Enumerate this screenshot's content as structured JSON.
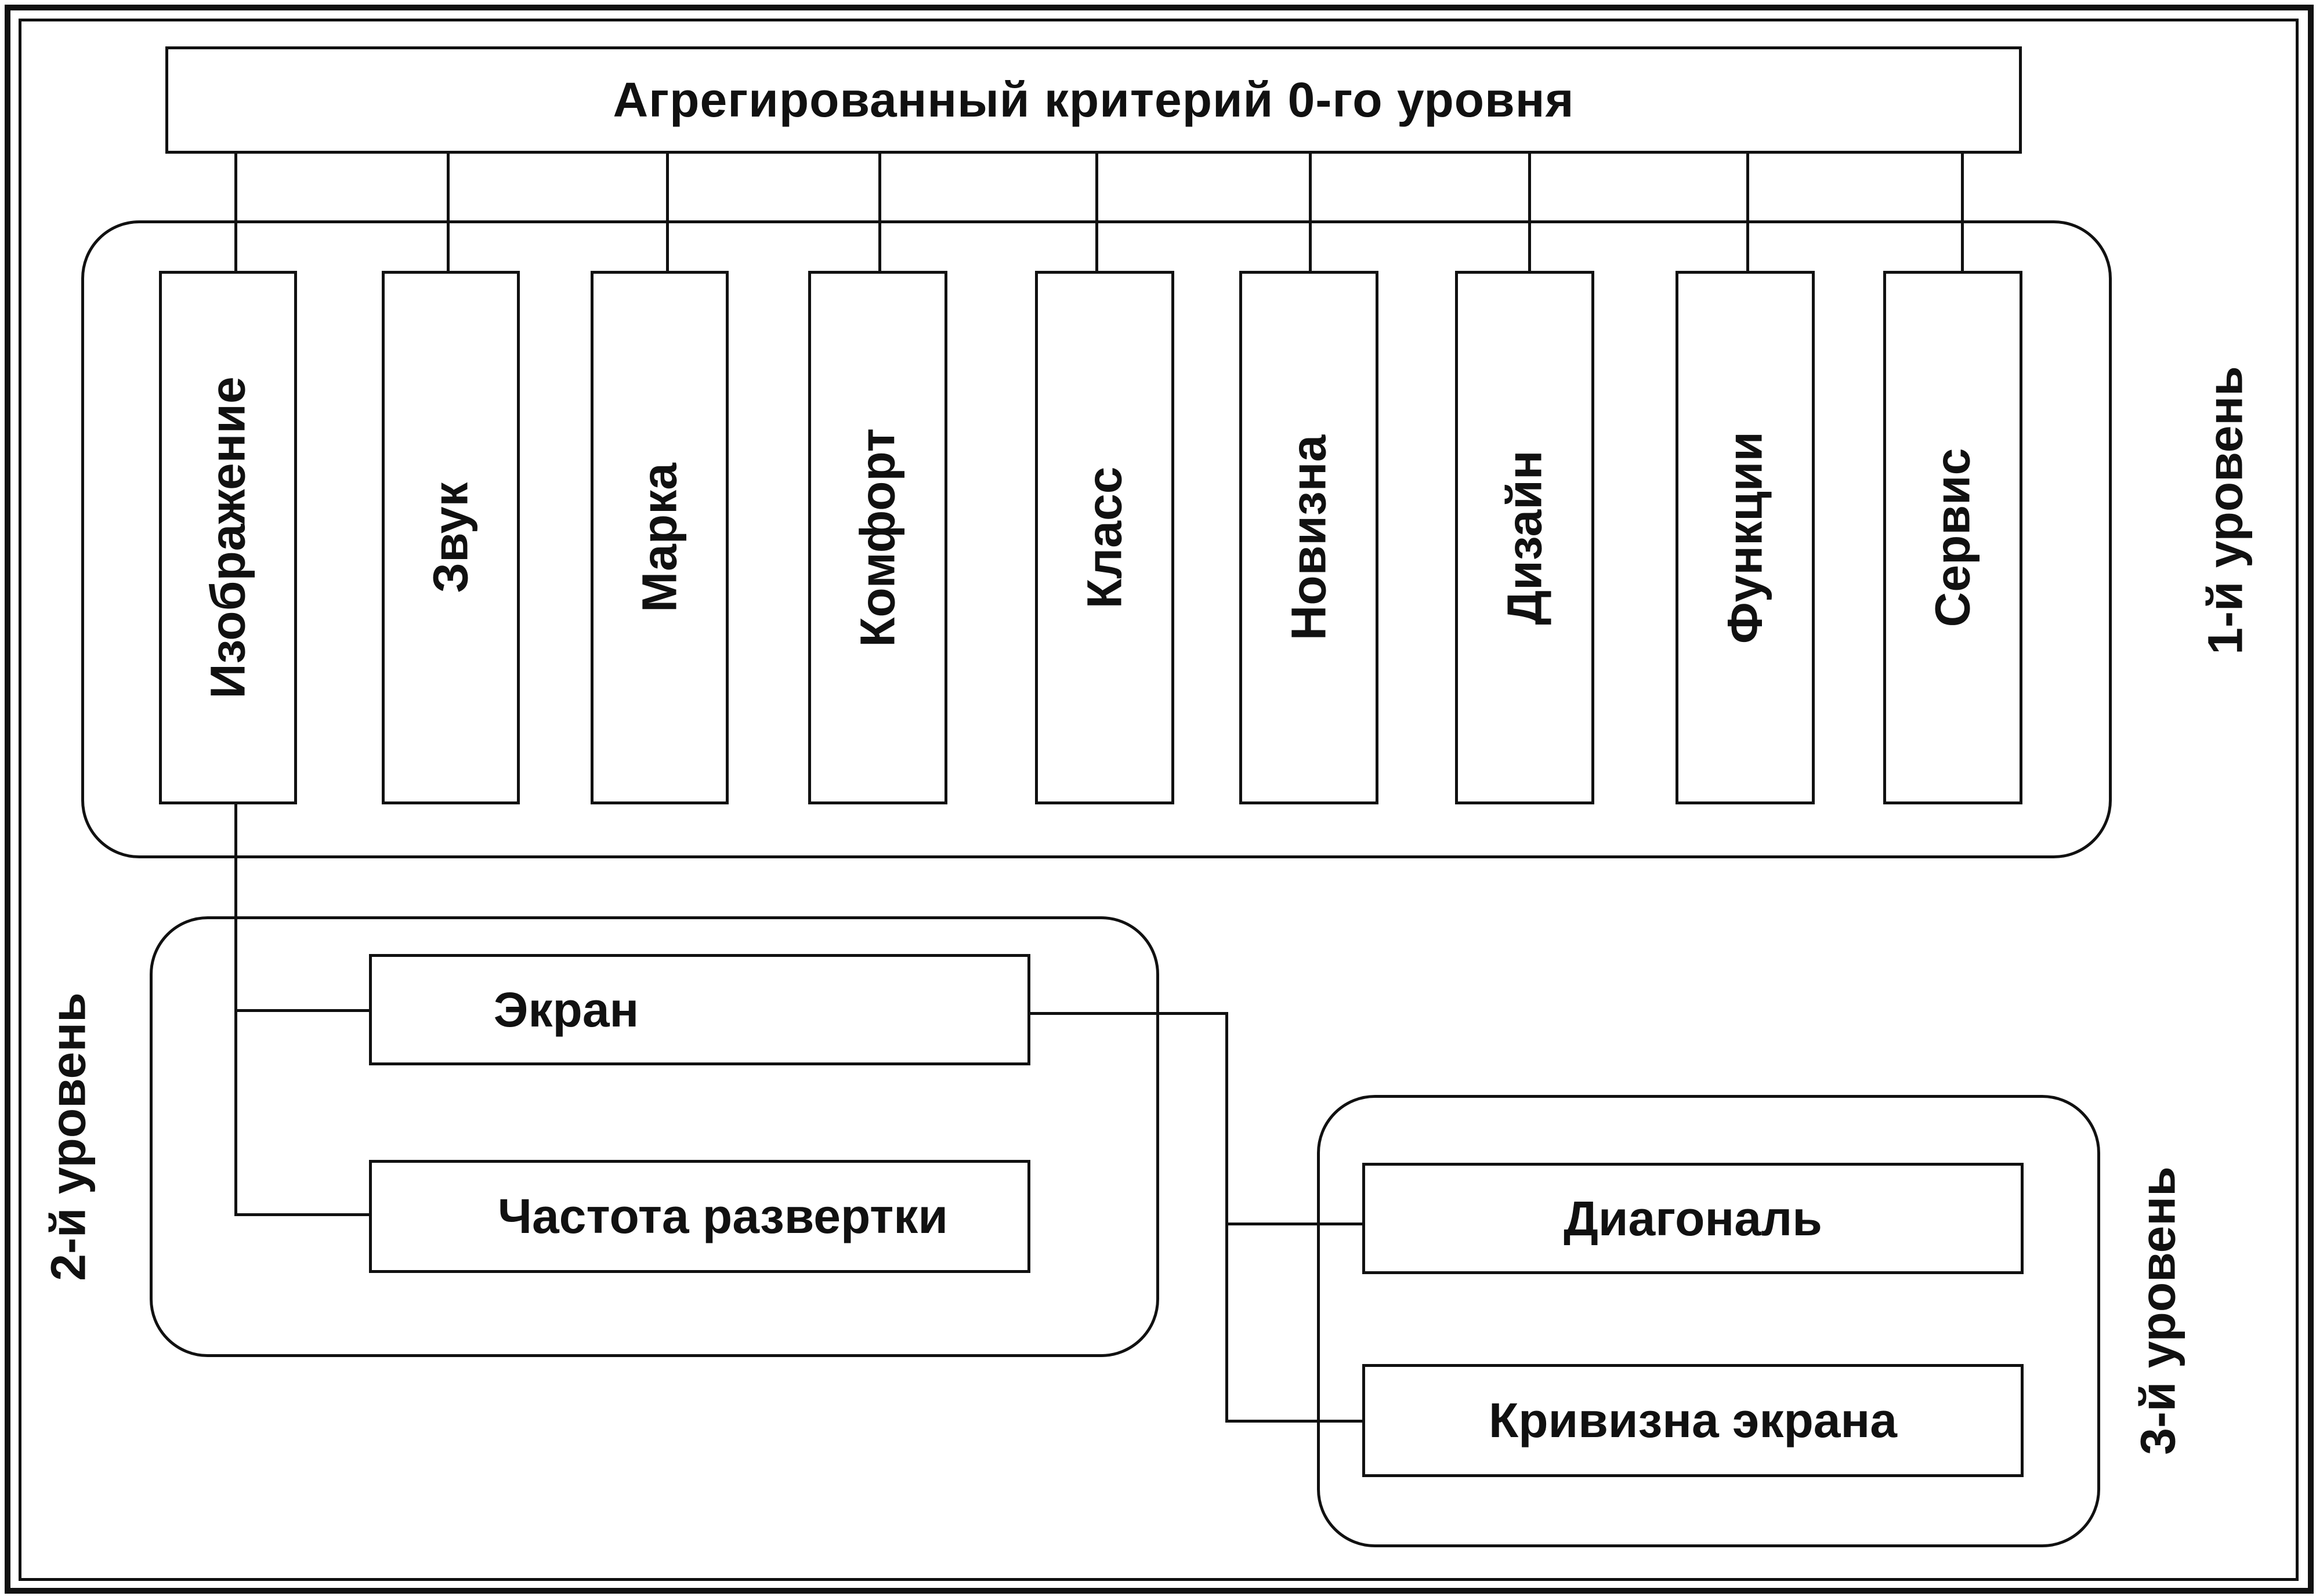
{
  "root": {
    "label": "Агрегированный критерий 0-го уровня"
  },
  "level_labels": {
    "level1": "1-й уровень",
    "level2": "2-й уровень",
    "level3": "3-й уровень"
  },
  "level1": {
    "items": [
      {
        "label": "Изображение"
      },
      {
        "label": "Звук"
      },
      {
        "label": "Марка"
      },
      {
        "label": "Комфорт"
      },
      {
        "label": "Класс"
      },
      {
        "label": "Новизна"
      },
      {
        "label": "Дизайн"
      },
      {
        "label": "Функции"
      },
      {
        "label": "Сервис"
      }
    ]
  },
  "level2": {
    "items": [
      {
        "label": "Экран"
      },
      {
        "label": "Частота развертки"
      }
    ]
  },
  "level3": {
    "items": [
      {
        "label": "Диагональ"
      },
      {
        "label": "Кривизна экрана"
      }
    ]
  }
}
